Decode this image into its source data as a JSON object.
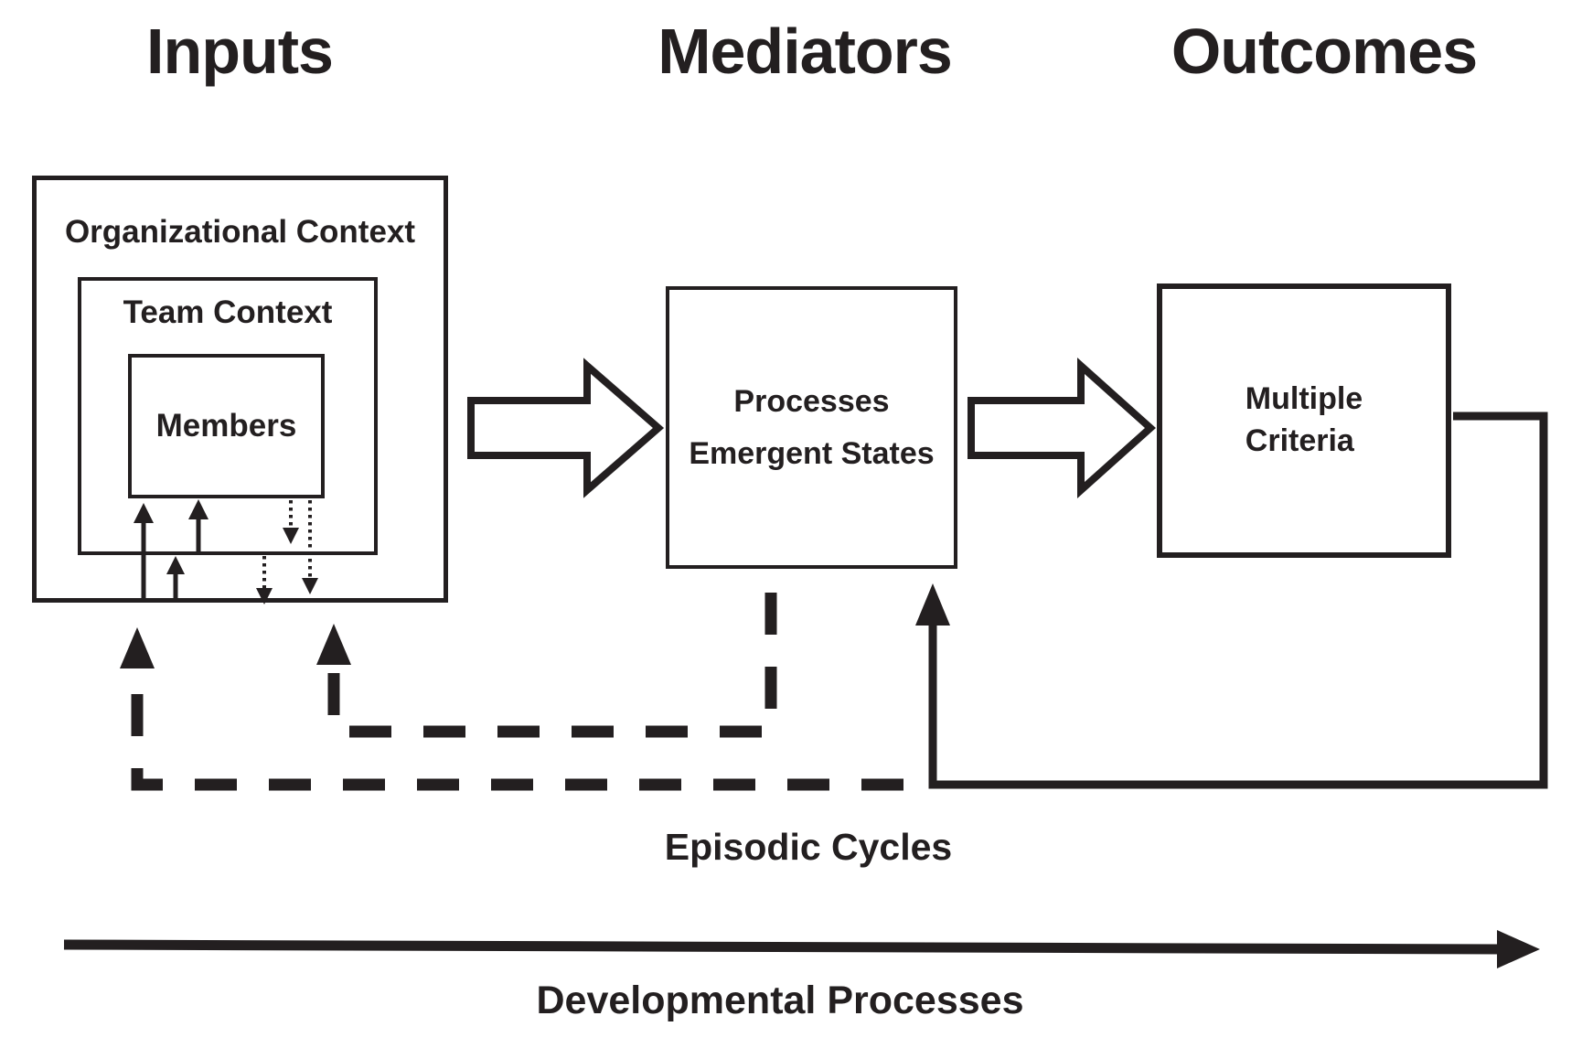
{
  "headers": {
    "inputs": "Inputs",
    "mediators": "Mediators",
    "outcomes": "Outcomes"
  },
  "boxes": {
    "organizational_context": {
      "label": "Organizational Context"
    },
    "team_context": {
      "label": "Team Context"
    },
    "members": {
      "label": "Members"
    },
    "mediator_box": {
      "line1": "Processes",
      "line2": "Emergent States"
    },
    "outcome_box": {
      "line1": "Multiple",
      "line2": "Criteria"
    }
  },
  "annotations": {
    "episodic_cycles": "Episodic Cycles",
    "developmental_processes": "Developmental Processes"
  },
  "colors": {
    "ink": "#231f20",
    "background": "#ffffff"
  }
}
